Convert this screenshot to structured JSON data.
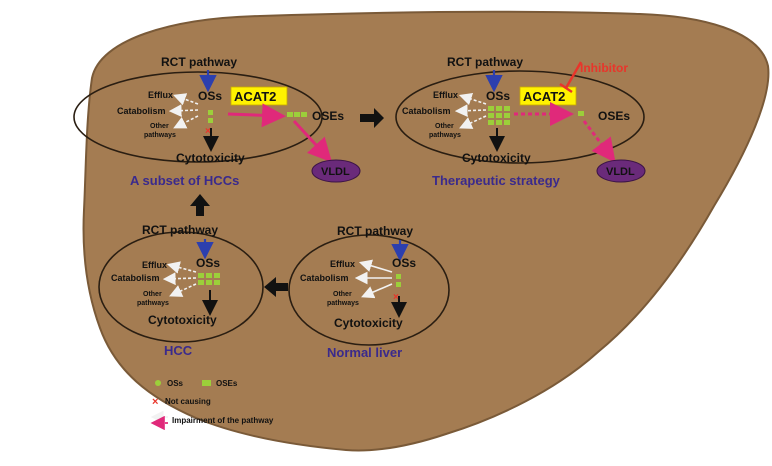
{
  "colors": {
    "liver_fill": "#a47c52",
    "liver_stroke": "#7a5a38",
    "os_green": "#9ccf3a",
    "acat2_box": "#fff200",
    "magenta": "#e0297a",
    "vldl_fill": "#6a2a7a",
    "caption_purple": "#3a2a8c",
    "inhibitor_red": "#e8352b",
    "blue_arrow": "#2c3fae"
  },
  "panels": {
    "top_left": {
      "rct": "RCT pathway",
      "efflux": "Efflux",
      "catabolism": "Catabolism",
      "other1": "Other",
      "other2": "pathways",
      "oss": "OSs",
      "acat2": "ACAT2",
      "oses": "OSEs",
      "cytotoxicity": "Cytotoxicity",
      "vldl": "VLDL",
      "caption": "A subset of HCCs"
    },
    "top_right": {
      "rct": "RCT pathway",
      "efflux": "Efflux",
      "catabolism": "Catabolism",
      "other1": "Other",
      "other2": "pathways",
      "oss": "OSs",
      "acat2": "ACAT2",
      "oses": "OSEs",
      "cytotoxicity": "Cytotoxicity",
      "vldl": "VLDL",
      "inhibitor": "Inhibitor",
      "caption": "Therapeutic strategy"
    },
    "bottom_left": {
      "rct": "RCT pathway",
      "efflux": "Efflux",
      "catabolism": "Catabolism",
      "other1": "Other",
      "other2": "pathways",
      "oss": "OSs",
      "cytotoxicity": "Cytotoxicity",
      "caption": "HCC"
    },
    "bottom_right": {
      "rct": "RCT pathway",
      "efflux": "Efflux",
      "catabolism": "Catabolism",
      "other1": "Other",
      "other2": "pathways",
      "oss": "OSs",
      "cytotoxicity": "Cytotoxicity",
      "caption": "Normal liver"
    }
  },
  "legend": {
    "oss": "OSs",
    "oses": "OSEs",
    "not_causing": "Not causing",
    "impairment": "Impairment of the pathway"
  }
}
